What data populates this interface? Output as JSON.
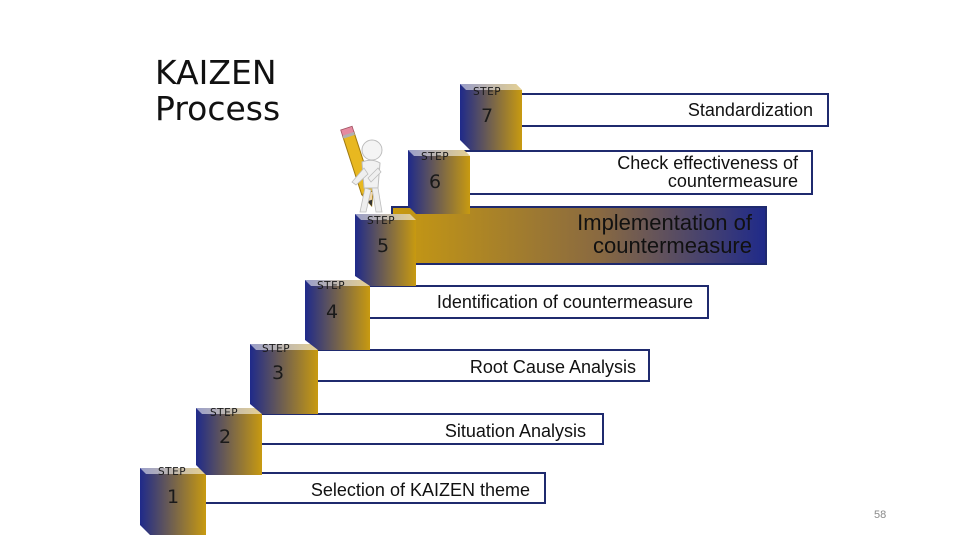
{
  "title": {
    "line1": "KAIZEN",
    "line2": "Process"
  },
  "step_label": "STEP",
  "steps": [
    {
      "number": "1",
      "text": "Selection of KAIZEN theme"
    },
    {
      "number": "2",
      "text": "Situation Analysis"
    },
    {
      "number": "3",
      "text": "Root Cause Analysis"
    },
    {
      "number": "4",
      "text": "Identification of countermeasure"
    },
    {
      "number": "5",
      "text_line1": "Implementation of",
      "text_line2": "countermeasure"
    },
    {
      "number": "6",
      "text_line1": "Check effectiveness of",
      "text_line2": "countermeasure"
    },
    {
      "number": "7",
      "text": "Standardization"
    }
  ],
  "page_number": "58",
  "colors": {
    "navy": "#1f2a8a",
    "gold": "#c89a10",
    "band_border": "#1f2a6e",
    "highlight_band": "#2a2d8c"
  },
  "icons": [
    "stick-figure-with-pencil-icon"
  ]
}
